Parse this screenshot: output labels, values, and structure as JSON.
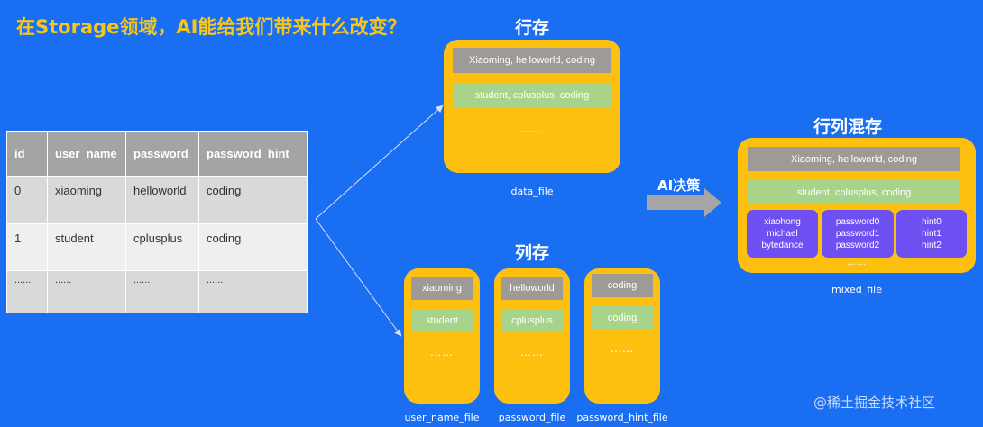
{
  "title": "在Storage领域，AI能给我们带来什么改变？",
  "table": {
    "headers": [
      "id",
      "user_name",
      "password",
      "password_hint"
    ],
    "rows": [
      [
        "0",
        "xiaoming",
        "helloworld",
        "coding"
      ],
      [
        "1",
        "student",
        "cplusplus",
        "coding"
      ],
      [
        "......",
        "......",
        "......",
        "......"
      ]
    ]
  },
  "row_store": {
    "heading": "行存",
    "row1": "Xiaoming, helloworld, coding",
    "row2": "student, cplusplus, coding",
    "dots": "……",
    "caption": "data_file"
  },
  "column_store": {
    "heading": "列存",
    "columns": [
      {
        "top": "xiaoming",
        "mid": "student",
        "dots": "……",
        "caption": "user_name_file"
      },
      {
        "top": "helloworld",
        "mid": "cplusplus",
        "dots": "……",
        "caption": "password_file"
      },
      {
        "top": "coding",
        "mid": "coding",
        "dots": "……",
        "caption": "password_hint_file"
      }
    ]
  },
  "ai_decision": "AI决策",
  "mixed_store": {
    "heading": "行列混存",
    "row1": "Xiaoming, helloworld, coding",
    "row2": "student, cplusplus, coding",
    "col1": [
      "xiaohong",
      "michael",
      "bytedance"
    ],
    "col2": [
      "password0",
      "password1",
      "password2"
    ],
    "col3": [
      "hint0",
      "hint1",
      "hint2"
    ],
    "dots": "……",
    "caption": "mixed_file"
  },
  "watermark": "@稀土掘金技术社区",
  "colors": {
    "background": "#1a6ef2",
    "title": "#f7c61a",
    "container": "#fdc00f",
    "row_gray": "#9e9a96",
    "row_green": "#a7d48a",
    "column_purple": "#6e4ff2"
  }
}
